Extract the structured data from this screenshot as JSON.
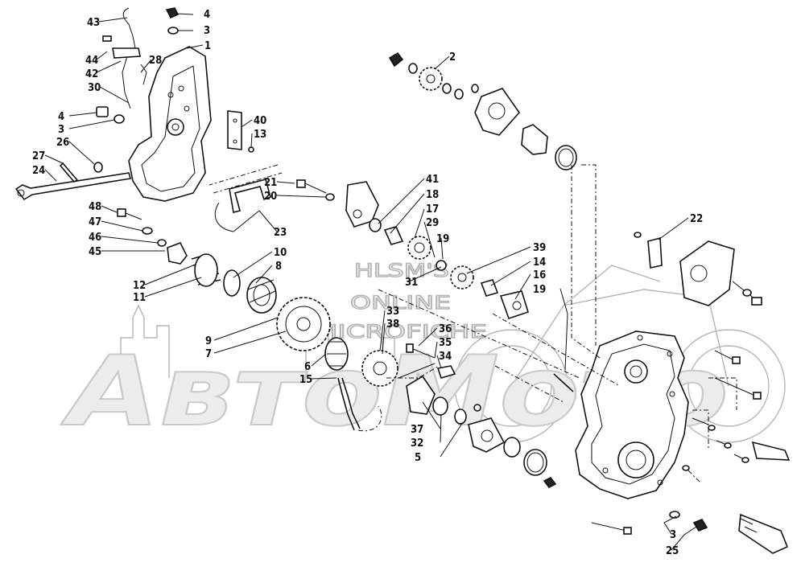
{
  "watermark": {
    "line1": "HLSM'S",
    "line2": "ONLINE",
    "line3": "MICROFICHE",
    "brand": "АвтоМото"
  },
  "callouts": [
    {
      "id": "c43",
      "text": "43"
    },
    {
      "id": "c4a",
      "text": "4"
    },
    {
      "id": "c3a",
      "text": "3"
    },
    {
      "id": "c1",
      "text": "1"
    },
    {
      "id": "c44",
      "text": "44"
    },
    {
      "id": "c28",
      "text": "28"
    },
    {
      "id": "c42",
      "text": "42"
    },
    {
      "id": "c30",
      "text": "30"
    },
    {
      "id": "c4b",
      "text": "4"
    },
    {
      "id": "c3b",
      "text": "3"
    },
    {
      "id": "c40",
      "text": "40"
    },
    {
      "id": "c13",
      "text": "13"
    },
    {
      "id": "c26",
      "text": "26"
    },
    {
      "id": "c27",
      "text": "27"
    },
    {
      "id": "c24",
      "text": "24"
    },
    {
      "id": "c2",
      "text": "2"
    },
    {
      "id": "c21",
      "text": "21"
    },
    {
      "id": "c20",
      "text": "20"
    },
    {
      "id": "c23",
      "text": "23"
    },
    {
      "id": "c41",
      "text": "41"
    },
    {
      "id": "c18",
      "text": "18"
    },
    {
      "id": "c17",
      "text": "17"
    },
    {
      "id": "c29",
      "text": "29"
    },
    {
      "id": "c19a",
      "text": "19"
    },
    {
      "id": "c22",
      "text": "22"
    },
    {
      "id": "c48",
      "text": "48"
    },
    {
      "id": "c47",
      "text": "47"
    },
    {
      "id": "c46",
      "text": "46"
    },
    {
      "id": "c45",
      "text": "45"
    },
    {
      "id": "c12",
      "text": "12"
    },
    {
      "id": "c11",
      "text": "11"
    },
    {
      "id": "c10",
      "text": "10"
    },
    {
      "id": "c8",
      "text": "8"
    },
    {
      "id": "c39",
      "text": "39"
    },
    {
      "id": "c14",
      "text": "14"
    },
    {
      "id": "c16",
      "text": "16"
    },
    {
      "id": "c19b",
      "text": "19"
    },
    {
      "id": "c31",
      "text": "31"
    },
    {
      "id": "c33",
      "text": "33"
    },
    {
      "id": "c38",
      "text": "38"
    },
    {
      "id": "c9",
      "text": "9"
    },
    {
      "id": "c7",
      "text": "7"
    },
    {
      "id": "c36",
      "text": "36"
    },
    {
      "id": "c35",
      "text": "35"
    },
    {
      "id": "c34",
      "text": "34"
    },
    {
      "id": "c6",
      "text": "6"
    },
    {
      "id": "c15",
      "text": "15"
    },
    {
      "id": "c37",
      "text": "37"
    },
    {
      "id": "c32",
      "text": "32"
    },
    {
      "id": "c5",
      "text": "5"
    },
    {
      "id": "c3c",
      "text": "3"
    },
    {
      "id": "c25",
      "text": "25"
    }
  ]
}
